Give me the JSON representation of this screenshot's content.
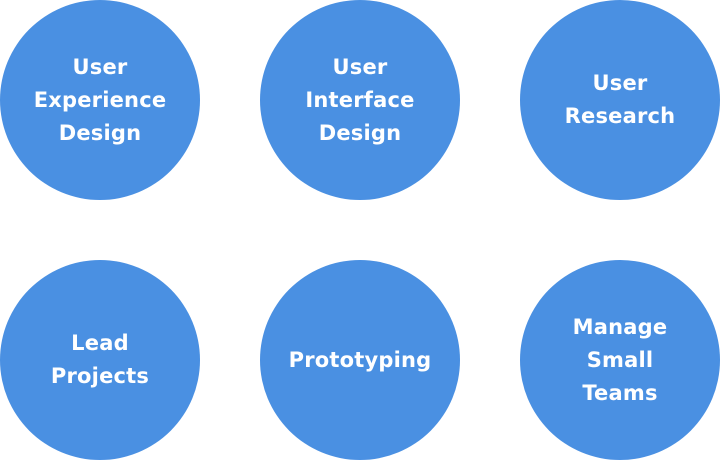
{
  "colors": {
    "circle_fill": "#4a90e2",
    "label_text": "#ffffff",
    "background": "#ffffff"
  },
  "skills": [
    {
      "label": "User\nExperience\nDesign"
    },
    {
      "label": "User\nInterface\nDesign"
    },
    {
      "label": "User\nResearch"
    },
    {
      "label": "Lead\nProjects"
    },
    {
      "label": "Prototyping"
    },
    {
      "label": "Manage\nSmall\nTeams"
    }
  ]
}
